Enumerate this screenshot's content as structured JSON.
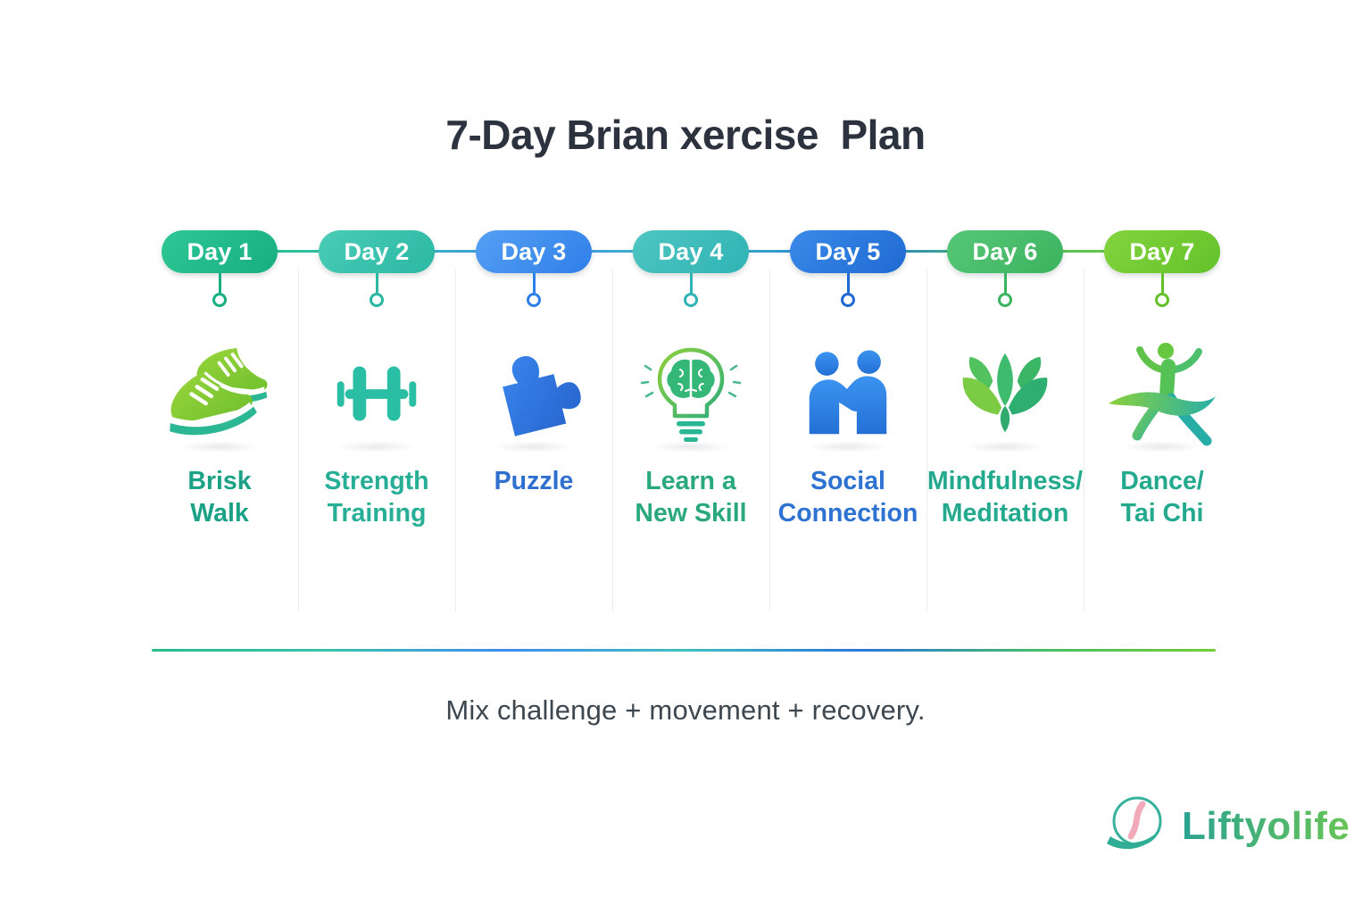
{
  "title": "7-Day Brian xercise  Plan",
  "caption": "Mix challenge + movement + recovery.",
  "timeline_line_gradient": [
    "#24bc8c",
    "#38c2ae",
    "#3f8cf0",
    "#3fc0c0",
    "#2a77dd",
    "#47bd68",
    "#74cd35"
  ],
  "days": [
    {
      "label": "Day 1",
      "activity": [
        "Brisk",
        "Walk"
      ],
      "icon": "sneakers-icon",
      "pill_colors": [
        "#2fc795",
        "#17ae80"
      ],
      "label_color": "#1ba185",
      "icon_color": "#7cc832"
    },
    {
      "label": "Day 2",
      "activity": [
        "Strength",
        "Training"
      ],
      "icon": "dumbbell-icon",
      "pill_colors": [
        "#4accb8",
        "#2bb8a3"
      ],
      "label_color": "#27ae96",
      "icon_color": "#2abfa5"
    },
    {
      "label": "Day 3",
      "activity": [
        "Puzzle",
        ""
      ],
      "icon": "puzzle-icon",
      "pill_colors": [
        "#55a0f4",
        "#2f7fe9"
      ],
      "label_color": "#2f6fd0",
      "icon_color": "#2e6fd6"
    },
    {
      "label": "Day 4",
      "activity": [
        "Learn a",
        "New Skill"
      ],
      "icon": "lightbulb-brain-icon",
      "pill_colors": [
        "#4fc6c2",
        "#2fb3b4"
      ],
      "label_color": "#28a87c",
      "icon_color": "#35b877"
    },
    {
      "label": "Day 5",
      "activity": [
        "Social",
        "Connection"
      ],
      "icon": "social-connection-icon",
      "pill_colors": [
        "#3a8ae9",
        "#1f6ad2"
      ],
      "label_color": "#2e72d2",
      "icon_color": "#2f85e6"
    },
    {
      "label": "Day 6",
      "activity": [
        "Mindfulness/",
        "Meditation"
      ],
      "icon": "lotus-icon",
      "pill_colors": [
        "#57c777",
        "#3bb35f"
      ],
      "label_color": "#23a98e",
      "icon_color": "#47bd68"
    },
    {
      "label": "Day 7",
      "activity": [
        "Dance/",
        "Tai Chi"
      ],
      "icon": "dancer-icon",
      "pill_colors": [
        "#84d43e",
        "#63c22a"
      ],
      "label_color": "#23a98e",
      "icon_color": "#5bc24a"
    }
  ],
  "brand": {
    "name": "Liftyolife",
    "wordmark_gradient": [
      "#2ba391",
      "#67c455"
    ],
    "mark_circle_color": "#35b19c",
    "mark_ribbon_color": "#f2a9ba",
    "mark_leaf_color": "#2fae95"
  }
}
